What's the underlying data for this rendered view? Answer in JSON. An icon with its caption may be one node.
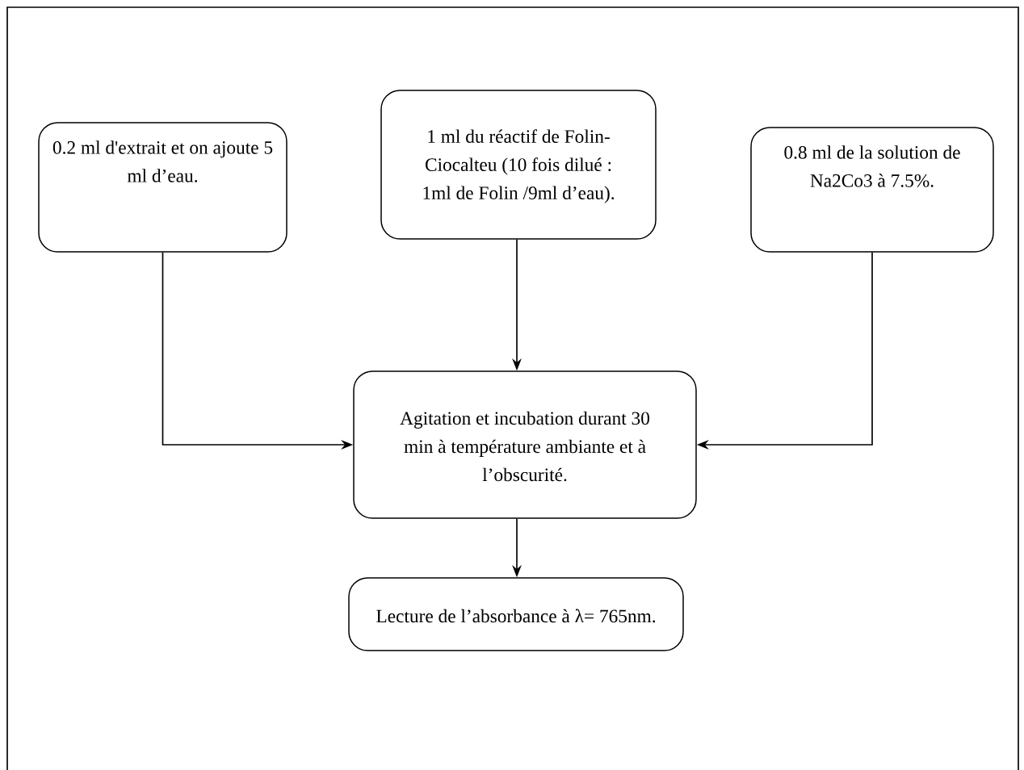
{
  "diagram": {
    "nodes": [
      {
        "text": [
          "0.2 ml d'extrait et on ajoute 5 ml d’eau."
        ]
      },
      {
        "text": [
          "1 ml du réactif de Folin- Ciocalteu (10 fois dilué : 1ml de Folin /9ml d’eau)."
        ]
      },
      {
        "text": [
          "0.8 ml de la solution de Na2Co3 à 7.5%."
        ]
      },
      {
        "text": [
          "Agitation et incubation durant 30 min à température ambiante et à l’obscurité."
        ]
      },
      {
        "text": [
          "Lecture de l’absorbance à λ= 765nm."
        ]
      }
    ],
    "edges": [
      {
        "from": 0,
        "to": 3,
        "arrow": "to"
      },
      {
        "from": 1,
        "to": 3,
        "arrow": "to"
      },
      {
        "from": 2,
        "to": 3,
        "arrow": "to"
      },
      {
        "from": 3,
        "to": 4,
        "arrow": "to"
      }
    ]
  }
}
